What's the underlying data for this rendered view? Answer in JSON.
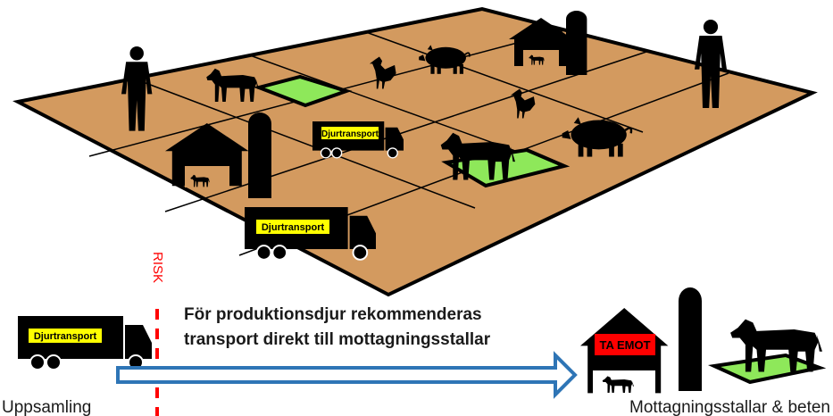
{
  "truck_label": "Djurtransport",
  "risk_label": "RISK",
  "recommendation": {
    "line1": "För produktionsdjur rekommenderas",
    "line2": "transport direkt till mottagningsstallar"
  },
  "barn_sign": "TA EMOT",
  "caption_left": "Uppsamling",
  "caption_right": "Mottagningsstallar & beten",
  "colors": {
    "field": "#d39a5f",
    "pasture": "#8ee85a",
    "truck_label_bg": "#ffff00",
    "risk": "#ff0000",
    "arrow": "#2e75b6",
    "sign": "#ff0000"
  }
}
